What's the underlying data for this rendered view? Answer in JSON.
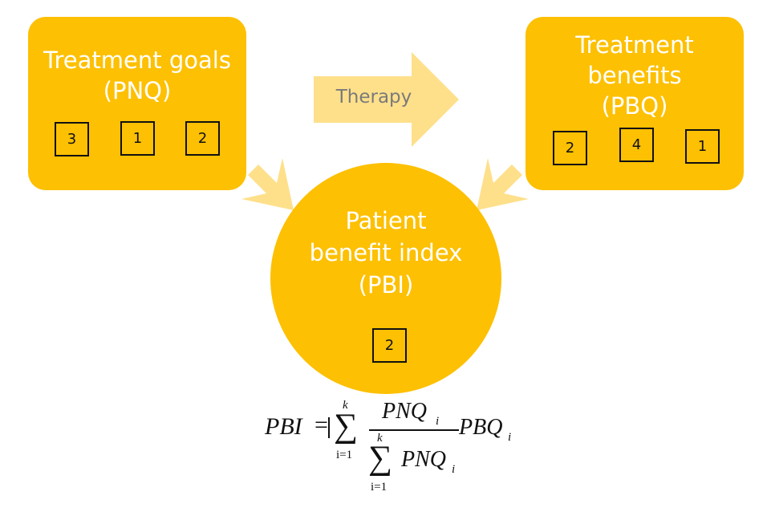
{
  "colors": {
    "box_fill": "#FDC002",
    "arrow_fill": "#FEE08B",
    "number_border": "#111111"
  },
  "goals_box": {
    "title_line1": "Treatment goals",
    "title_line2": "(PNQ)",
    "numbers": [
      "3",
      "1",
      "2"
    ]
  },
  "therapy_arrow": {
    "label": "Therapy"
  },
  "benefits_box": {
    "title_line1": "Treatment",
    "title_line2": "benefits",
    "title_line3": "(PBQ)",
    "numbers": [
      "2",
      "4",
      "1"
    ]
  },
  "index_circle": {
    "title_line1": "Patient",
    "title_line2": "benefit index",
    "title_line3": "(PBI)",
    "number": "2"
  },
  "formula": {
    "lhs": "PBI",
    "equals": "=",
    "sum_symbol": "∑",
    "upper_limit": "k",
    "lower_limit": "i=1",
    "numerator_base": "PNQ",
    "numerator_sub": "i",
    "multiplier_base": "PBQ",
    "multiplier_sub": "i",
    "denominator_base": "PNQ",
    "denominator_sub": "i"
  }
}
